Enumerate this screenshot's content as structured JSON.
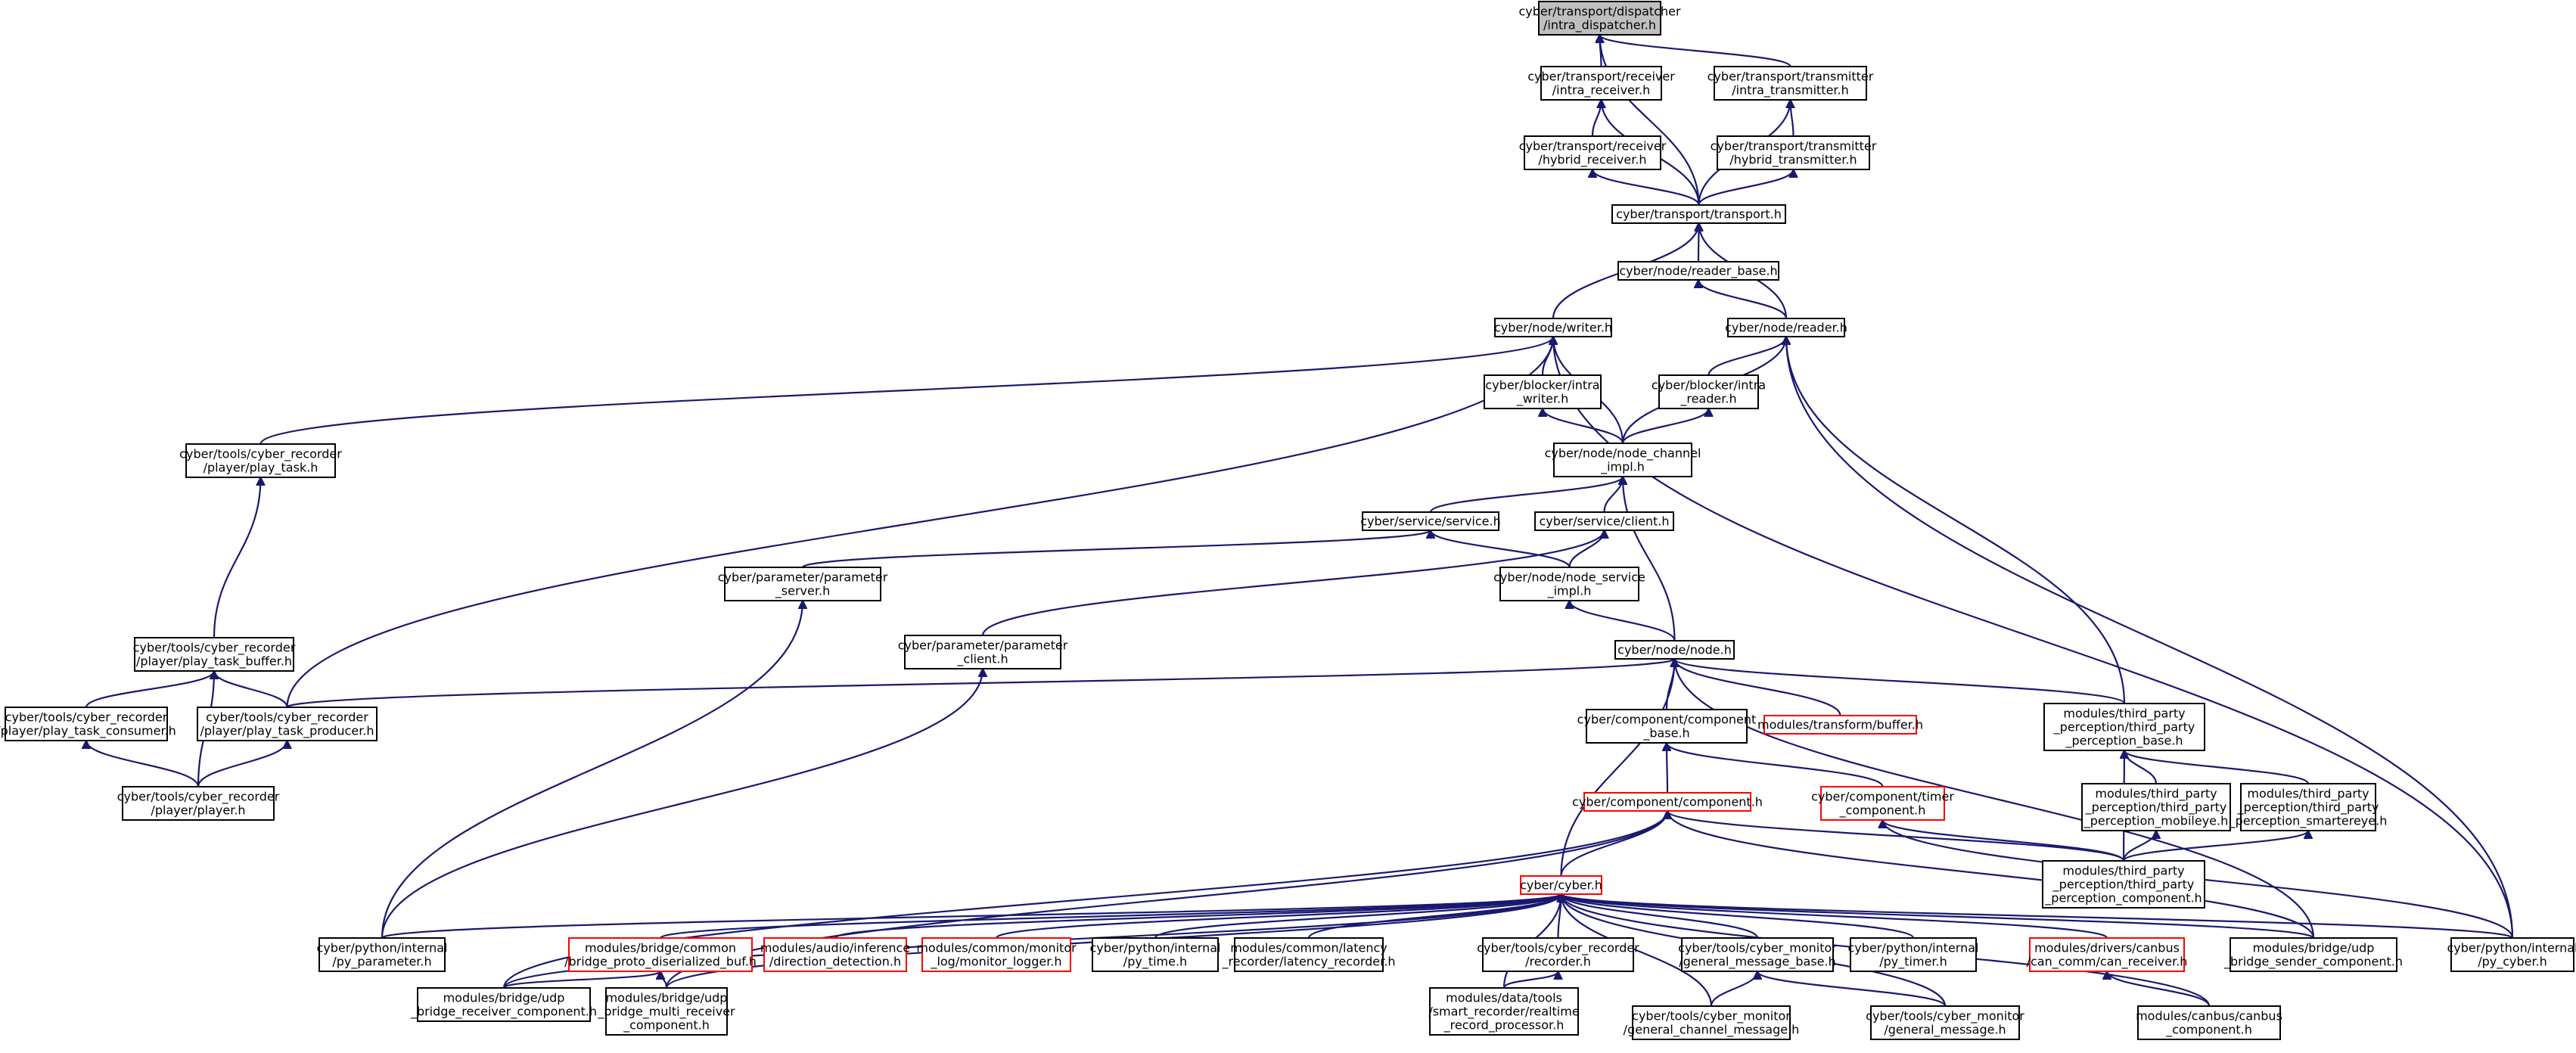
{
  "graph": {
    "title": "",
    "colors": {
      "edge": "#191970",
      "node_border": "#000000",
      "missing_border": "#ff0000",
      "root_fill": "#bfbfbf"
    },
    "nodes": [
      {
        "id": "intra_dispatcher",
        "label": [
          "cyber/transport/dispatcher",
          "/intra_dispatcher.h"
        ],
        "style": "root"
      },
      {
        "id": "intra_receiver",
        "label": [
          "cyber/transport/receiver",
          "/intra_receiver.h"
        ]
      },
      {
        "id": "intra_transmitter",
        "label": [
          "cyber/transport/transmitter",
          "/intra_transmitter.h"
        ]
      },
      {
        "id": "hybrid_receiver",
        "label": [
          "cyber/transport/receiver",
          "/hybrid_receiver.h"
        ]
      },
      {
        "id": "hybrid_transmitter",
        "label": [
          "cyber/transport/transmitter",
          "/hybrid_transmitter.h"
        ]
      },
      {
        "id": "transport",
        "label": [
          "cyber/transport/transport.h"
        ]
      },
      {
        "id": "reader_base",
        "label": [
          "cyber/node/reader_base.h"
        ]
      },
      {
        "id": "writer",
        "label": [
          "cyber/node/writer.h"
        ]
      },
      {
        "id": "reader",
        "label": [
          "cyber/node/reader.h"
        ]
      },
      {
        "id": "blocker_intra_writer",
        "label": [
          "cyber/blocker/intra",
          "_writer.h"
        ]
      },
      {
        "id": "blocker_intra_reader",
        "label": [
          "cyber/blocker/intra",
          "_reader.h"
        ]
      },
      {
        "id": "node_channel_impl",
        "label": [
          "cyber/node/node_channel",
          "_impl.h"
        ]
      },
      {
        "id": "play_task",
        "label": [
          "cyber/tools/cyber_recorder",
          "/player/play_task.h"
        ]
      },
      {
        "id": "service",
        "label": [
          "cyber/service/service.h"
        ]
      },
      {
        "id": "client",
        "label": [
          "cyber/service/client.h"
        ]
      },
      {
        "id": "parameter_server",
        "label": [
          "cyber/parameter/parameter",
          "_server.h"
        ]
      },
      {
        "id": "node_service_impl",
        "label": [
          "cyber/node/node_service",
          "_impl.h"
        ]
      },
      {
        "id": "parameter_client",
        "label": [
          "cyber/parameter/parameter",
          "_client.h"
        ]
      },
      {
        "id": "node",
        "label": [
          "cyber/node/node.h"
        ]
      },
      {
        "id": "play_task_buffer",
        "label": [
          "cyber/tools/cyber_recorder",
          "/player/play_task_buffer.h"
        ]
      },
      {
        "id": "play_task_consumer",
        "label": [
          "cyber/tools/cyber_recorder",
          "/player/play_task_consumer.h"
        ]
      },
      {
        "id": "play_task_producer",
        "label": [
          "cyber/tools/cyber_recorder",
          "/player/play_task_producer.h"
        ]
      },
      {
        "id": "player",
        "label": [
          "cyber/tools/cyber_recorder",
          "/player/player.h"
        ]
      },
      {
        "id": "component_base",
        "label": [
          "cyber/component/component",
          "_base.h"
        ]
      },
      {
        "id": "transform_buffer",
        "label": [
          "modules/transform/buffer.h"
        ],
        "style": "red"
      },
      {
        "id": "tp_base",
        "label": [
          "modules/third_party",
          "_perception/third_party",
          "_perception_base.h"
        ]
      },
      {
        "id": "component",
        "label": [
          "cyber/component/component.h"
        ],
        "style": "red"
      },
      {
        "id": "timer_component",
        "label": [
          "cyber/component/timer",
          "_component.h"
        ],
        "style": "red"
      },
      {
        "id": "tp_mobileye",
        "label": [
          "modules/third_party",
          "_perception/third_party",
          "_perception_mobileye.h"
        ]
      },
      {
        "id": "tp_smartereye",
        "label": [
          "modules/third_party",
          "_perception/third_party",
          "_perception_smartereye.h"
        ]
      },
      {
        "id": "tp_component",
        "label": [
          "modules/third_party",
          "_perception/third_party",
          "_perception_component.h"
        ]
      },
      {
        "id": "cyber",
        "label": [
          "cyber/cyber.h"
        ],
        "style": "red"
      },
      {
        "id": "py_parameter",
        "label": [
          "cyber/python/internal",
          "/py_parameter.h"
        ]
      },
      {
        "id": "bridge_proto_buf",
        "label": [
          "modules/bridge/common",
          "/bridge_proto_diserialized_buf.h"
        ],
        "style": "red"
      },
      {
        "id": "direction_detection",
        "label": [
          "modules/audio/inference",
          "/direction_detection.h"
        ],
        "style": "red"
      },
      {
        "id": "monitor_logger",
        "label": [
          "modules/common/monitor",
          "_log/monitor_logger.h"
        ],
        "style": "red"
      },
      {
        "id": "py_time",
        "label": [
          "cyber/python/internal",
          "/py_time.h"
        ]
      },
      {
        "id": "latency_recorder",
        "label": [
          "modules/common/latency",
          "_recorder/latency_recorder.h"
        ]
      },
      {
        "id": "recorder",
        "label": [
          "cyber/tools/cyber_recorder",
          "/recorder.h"
        ]
      },
      {
        "id": "general_message_base",
        "label": [
          "cyber/tools/cyber_monitor",
          "/general_message_base.h"
        ]
      },
      {
        "id": "py_timer",
        "label": [
          "cyber/python/internal",
          "/py_timer.h"
        ]
      },
      {
        "id": "can_receiver",
        "label": [
          "modules/drivers/canbus",
          "/can_comm/can_receiver.h"
        ],
        "style": "red"
      },
      {
        "id": "bridge_sender",
        "label": [
          "modules/bridge/udp",
          "_bridge_sender_component.h"
        ]
      },
      {
        "id": "py_cyber",
        "label": [
          "cyber/python/internal",
          "/py_cyber.h"
        ]
      },
      {
        "id": "bridge_receiver",
        "label": [
          "modules/bridge/udp",
          "_bridge_receiver_component.h"
        ]
      },
      {
        "id": "bridge_multi_receiver",
        "label": [
          "modules/bridge/udp",
          "_bridge_multi_receiver",
          "_component.h"
        ]
      },
      {
        "id": "realtime_record_processor",
        "label": [
          "modules/data/tools",
          "/smart_recorder/realtime",
          "_record_processor.h"
        ]
      },
      {
        "id": "general_channel_message",
        "label": [
          "cyber/tools/cyber_monitor",
          "/general_channel_message.h"
        ]
      },
      {
        "id": "general_message",
        "label": [
          "cyber/tools/cyber_monitor",
          "/general_message.h"
        ]
      },
      {
        "id": "canbus_component",
        "label": [
          "modules/canbus/canbus",
          "_component.h"
        ]
      }
    ],
    "edges": [
      [
        "intra_receiver",
        "intra_dispatcher"
      ],
      [
        "intra_transmitter",
        "intra_dispatcher"
      ],
      [
        "transport",
        "intra_dispatcher"
      ],
      [
        "hybrid_receiver",
        "intra_receiver"
      ],
      [
        "transport",
        "intra_receiver"
      ],
      [
        "hybrid_transmitter",
        "intra_transmitter"
      ],
      [
        "transport",
        "intra_transmitter"
      ],
      [
        "transport",
        "hybrid_receiver"
      ],
      [
        "transport",
        "hybrid_transmitter"
      ],
      [
        "writer",
        "transport"
      ],
      [
        "reader_base",
        "transport"
      ],
      [
        "reader",
        "transport"
      ],
      [
        "reader",
        "reader_base"
      ],
      [
        "play_task",
        "writer"
      ],
      [
        "blocker_intra_writer",
        "writer"
      ],
      [
        "node_channel_impl",
        "writer"
      ],
      [
        "play_task_producer",
        "writer"
      ],
      [
        "py_cyber",
        "writer"
      ],
      [
        "blocker_intra_reader",
        "reader"
      ],
      [
        "node_channel_impl",
        "reader"
      ],
      [
        "tp_base",
        "reader"
      ],
      [
        "py_cyber",
        "reader"
      ],
      [
        "node_channel_impl",
        "blocker_intra_writer"
      ],
      [
        "node_channel_impl",
        "blocker_intra_reader"
      ],
      [
        "service",
        "node_channel_impl"
      ],
      [
        "client",
        "node_channel_impl"
      ],
      [
        "node",
        "node_channel_impl"
      ],
      [
        "play_task_buffer",
        "play_task"
      ],
      [
        "parameter_server",
        "service"
      ],
      [
        "node_service_impl",
        "service"
      ],
      [
        "parameter_client",
        "client"
      ],
      [
        "node_service_impl",
        "client"
      ],
      [
        "py_parameter",
        "parameter_server"
      ],
      [
        "node",
        "node_service_impl"
      ],
      [
        "py_parameter",
        "parameter_client"
      ],
      [
        "play_task_producer",
        "node"
      ],
      [
        "component_base",
        "node"
      ],
      [
        "transform_buffer",
        "node"
      ],
      [
        "tp_base",
        "node"
      ],
      [
        "cyber",
        "node"
      ],
      [
        "bridge_sender",
        "node"
      ],
      [
        "play_task_consumer",
        "play_task_buffer"
      ],
      [
        "play_task_producer",
        "play_task_buffer"
      ],
      [
        "player",
        "play_task_buffer"
      ],
      [
        "player",
        "play_task_consumer"
      ],
      [
        "player",
        "play_task_producer"
      ],
      [
        "component",
        "component_base"
      ],
      [
        "timer_component",
        "component_base"
      ],
      [
        "tp_mobileye",
        "tp_base"
      ],
      [
        "tp_smartereye",
        "tp_base"
      ],
      [
        "tp_component",
        "tp_base"
      ],
      [
        "cyber",
        "component"
      ],
      [
        "tp_component",
        "component"
      ],
      [
        "bridge_receiver",
        "component"
      ],
      [
        "bridge_multi_receiver",
        "component"
      ],
      [
        "bridge_sender",
        "component"
      ],
      [
        "tp_component",
        "timer_component"
      ],
      [
        "py_cyber",
        "timer_component"
      ],
      [
        "tp_component",
        "tp_mobileye"
      ],
      [
        "tp_component",
        "tp_smartereye"
      ],
      [
        "py_parameter",
        "cyber"
      ],
      [
        "bridge_proto_buf",
        "cyber"
      ],
      [
        "direction_detection",
        "cyber"
      ],
      [
        "monitor_logger",
        "cyber"
      ],
      [
        "py_time",
        "cyber"
      ],
      [
        "latency_recorder",
        "cyber"
      ],
      [
        "recorder",
        "cyber"
      ],
      [
        "general_message_base",
        "cyber"
      ],
      [
        "py_timer",
        "cyber"
      ],
      [
        "can_receiver",
        "cyber"
      ],
      [
        "bridge_sender",
        "cyber"
      ],
      [
        "py_cyber",
        "cyber"
      ],
      [
        "bridge_receiver",
        "cyber"
      ],
      [
        "bridge_multi_receiver",
        "cyber"
      ],
      [
        "realtime_record_processor",
        "cyber"
      ],
      [
        "general_channel_message",
        "cyber"
      ],
      [
        "general_message",
        "cyber"
      ],
      [
        "canbus_component",
        "cyber"
      ],
      [
        "bridge_receiver",
        "bridge_proto_buf"
      ],
      [
        "bridge_multi_receiver",
        "bridge_proto_buf"
      ],
      [
        "realtime_record_processor",
        "recorder"
      ],
      [
        "general_channel_message",
        "general_message_base"
      ],
      [
        "general_message",
        "general_message_base"
      ],
      [
        "canbus_component",
        "can_receiver"
      ]
    ]
  }
}
